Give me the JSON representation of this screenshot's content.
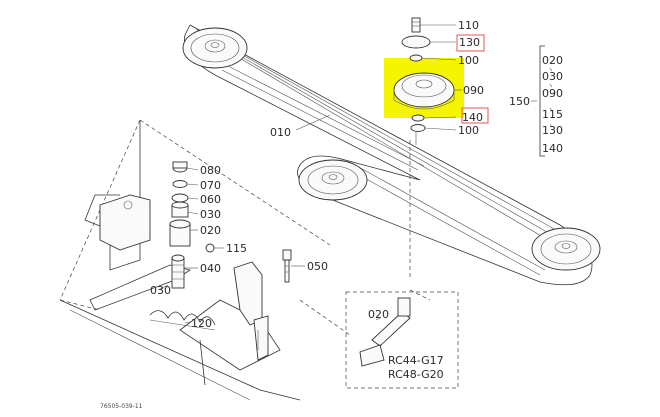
{
  "labels": {
    "p110": "110",
    "p130": "130",
    "p100a": "100",
    "p090": "090",
    "p140": "140",
    "p100b": "100",
    "p010": "010",
    "p080": "080",
    "p070": "070",
    "p060": "060",
    "p030a": "030",
    "p020": "020",
    "p115": "115",
    "p040": "040",
    "p050": "050",
    "p030b": "030",
    "p120": "120",
    "p020b": "020",
    "rc1": "RC44-G17",
    "rc2": "RC48-G20",
    "grp150": "150",
    "g020": "020",
    "g030": "030",
    "g090": "090",
    "g115": "115",
    "g130": "130",
    "g140": "140",
    "fig": "76505-039-11"
  },
  "colors": {
    "highlight": "#f5f500",
    "markbox": "#e05a5a",
    "ink": "#333333"
  }
}
